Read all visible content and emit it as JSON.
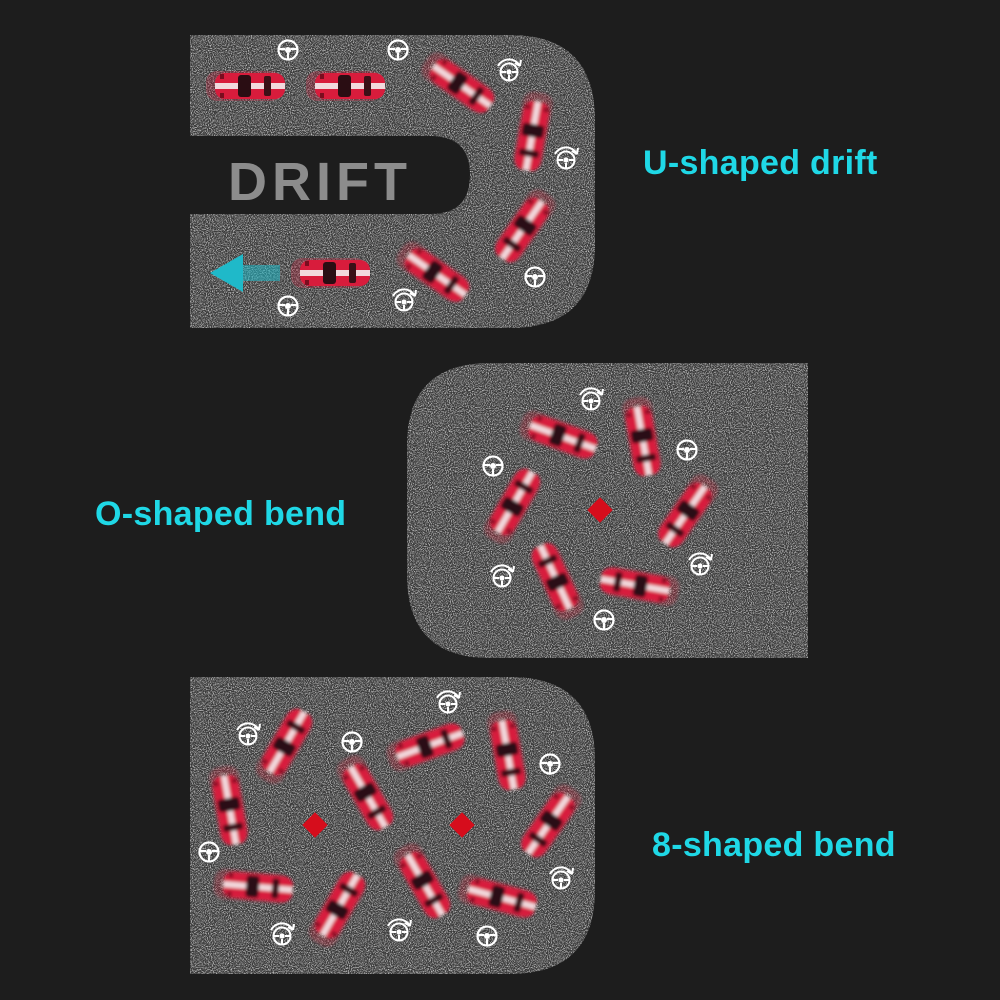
{
  "track_sign": "DRIFT",
  "sections": {
    "u": {
      "label": "U-shaped drift"
    },
    "o": {
      "label": "O-shaped bend"
    },
    "eight": {
      "label": "8-shaped bend"
    }
  },
  "colors": {
    "background": "#1d1d1d",
    "asphalt": "#3b3b3b",
    "label": "#1fd8e6",
    "car": "#d81c3c",
    "marker": "#d60d1c",
    "arrow": "#1fb9c9",
    "sign_text": "#8c8c8c"
  },
  "icons": [
    "steering-wheel-icon",
    "drift-steering-icon",
    "direction-arrow-icon",
    "center-marker-icon",
    "car-icon"
  ]
}
